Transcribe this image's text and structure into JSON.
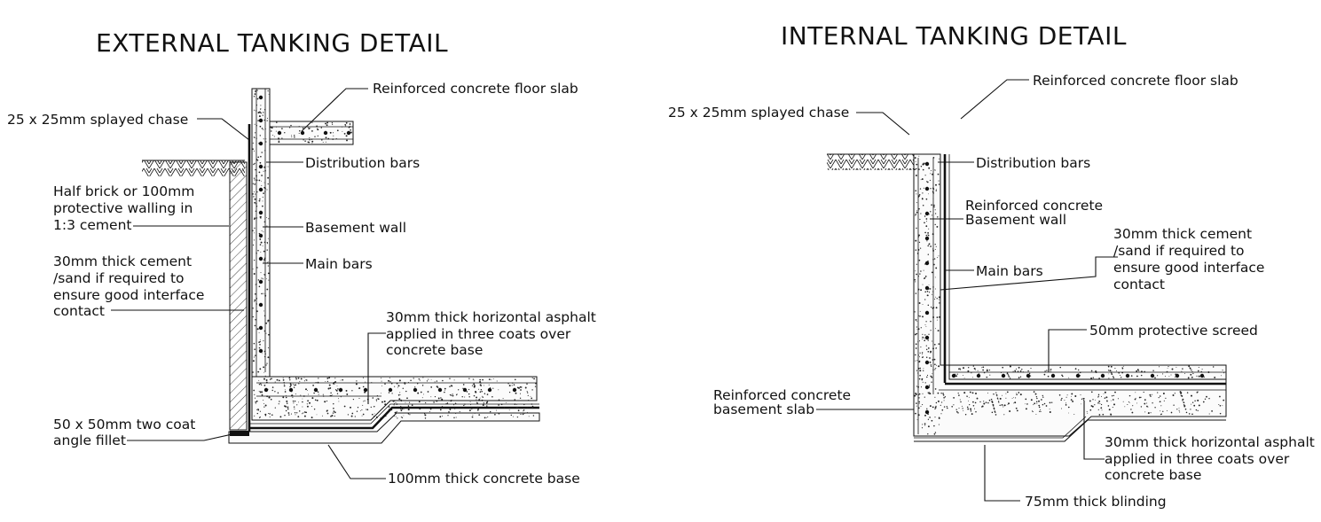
{
  "external": {
    "title": "EXTERNAL TANKING DETAIL",
    "labels": {
      "floor_slab": "Reinforced concrete floor slab",
      "chase": "25 x 25mm splayed chase",
      "distribution_bars": "Distribution bars",
      "walling_1": "Half brick or 100mm",
      "walling_2": "protective walling in",
      "walling_3": "1:3 cement",
      "basement_wall": "Basement wall",
      "main_bars": "Main bars",
      "cement_1": "30mm thick cement",
      "cement_2": "/sand if required to",
      "cement_3": "ensure good interface",
      "cement_4": "contact",
      "asphalt_1": "30mm thick horizontal asphalt",
      "asphalt_2": "applied in three coats over",
      "asphalt_3": "concrete base",
      "fillet_1": "50 x 50mm two coat",
      "fillet_2": "angle fillet",
      "base": "100mm thick concrete base"
    }
  },
  "internal": {
    "title": "INTERNAL TANKING DETAIL",
    "labels": {
      "floor_slab": "Reinforced concrete floor slab",
      "chase": "25 x 25mm splayed chase",
      "distribution_bars": "Distribution bars",
      "rc_1": "Reinforced concrete",
      "rc_2": "Basement wall",
      "cement_1": "30mm thick cement",
      "cement_2": "/sand if required to",
      "cement_3": "ensure good interface",
      "cement_4": "contact",
      "main_bars": "Main bars",
      "screed": "50mm protective screed",
      "slab_1": "Reinforced concrete",
      "slab_2": "basement slab",
      "asphalt_1": "30mm thick horizontal asphalt",
      "asphalt_2": "applied in three coats over",
      "asphalt_3": "concrete base",
      "blinding": "75mm thick blinding"
    }
  }
}
